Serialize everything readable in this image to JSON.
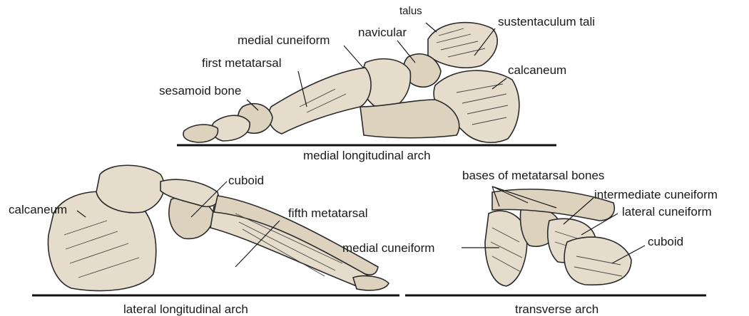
{
  "medial_arch": {
    "caption": "medial longitudinal arch",
    "labels": {
      "talus": "talus",
      "sustentaculum_tali": "sustentaculum tali",
      "navicular": "navicular",
      "medial_cuneiform": "medial cuneiform",
      "first_metatarsal": "first metatarsal",
      "calcaneum": "calcaneum",
      "sesamoid_bone": "sesamoid bone"
    }
  },
  "lateral_arch": {
    "caption": "lateral longitudinal arch",
    "labels": {
      "calcaneum": "calcaneum",
      "cuboid": "cuboid",
      "fifth_metatarsal": "fifth metatarsal"
    }
  },
  "transverse_arch": {
    "caption": "transverse arch",
    "labels": {
      "bases_of_metatarsal_bones": "bases of metatarsal bones",
      "intermediate_cuneiform": "intermediate cuneiform",
      "lateral_cuneiform": "lateral cuneiform",
      "medial_cuneiform": "medial cuneiform",
      "cuboid": "cuboid"
    }
  }
}
